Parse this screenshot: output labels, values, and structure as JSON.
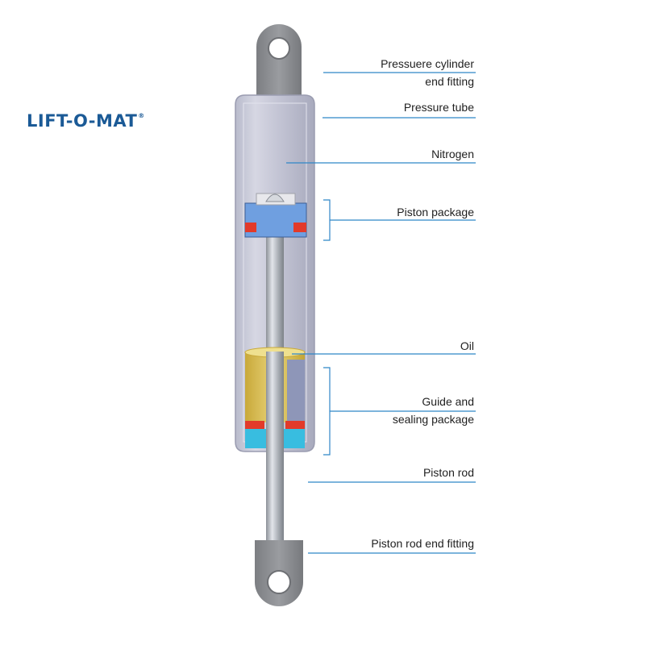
{
  "brand": {
    "name": "LIFT-O-MAT",
    "reg_mark": "®",
    "color": "#1b5a96"
  },
  "labels": {
    "end_fitting_top_1": "Pressuere cylinder",
    "end_fitting_top_2": "end fitting",
    "pressure_tube": "Pressure tube",
    "nitrogen": "Nitrogen",
    "piston_package": "Piston package",
    "oil": "Oil",
    "guide_1": "Guide and",
    "guide_2": "sealing package",
    "piston_rod": "Piston rod",
    "rod_end_fitting": "Piston rod end fitting"
  },
  "colors": {
    "leader_line": "#2f86c7",
    "tube": "#c9cad8",
    "oil": "#d9c15a",
    "seal_red": "#e23a2a",
    "seal_cyan": "#38bde0",
    "piston_blue": "#6f9fe0",
    "metal": "#8a8c90"
  }
}
